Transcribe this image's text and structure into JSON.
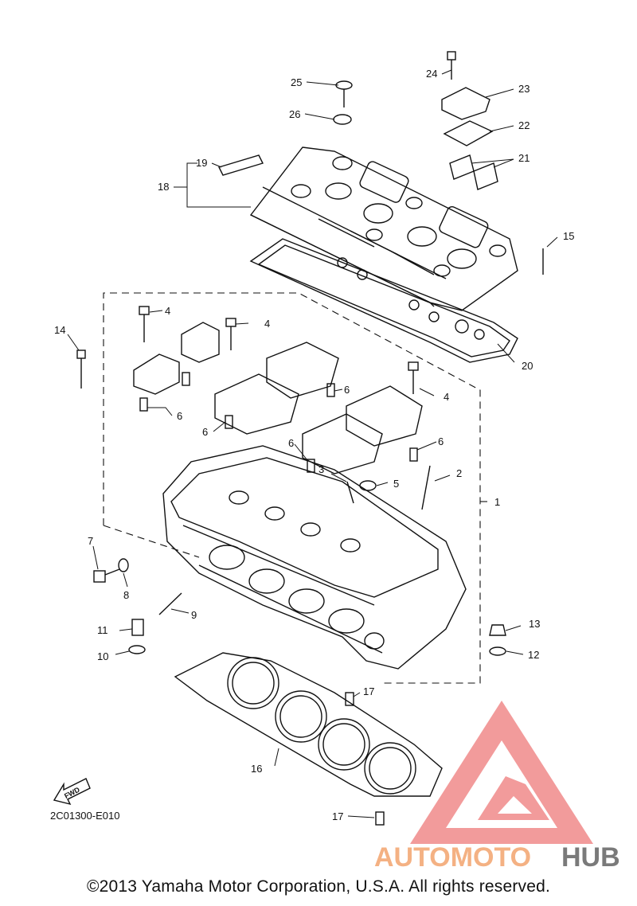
{
  "callouts": [
    "1",
    "2",
    "3",
    "4",
    "4",
    "4",
    "5",
    "6",
    "6",
    "6",
    "6",
    "6",
    "6",
    "7",
    "8",
    "9",
    "10",
    "11",
    "12",
    "13",
    "14",
    "15",
    "16",
    "17",
    "17",
    "18",
    "19",
    "20",
    "21",
    "22",
    "23",
    "24",
    "25",
    "26"
  ],
  "fwd_label": "FWD",
  "reference_code": "2C01300-E010",
  "copyright": "©2013 Yamaha Motor Corporation, U.S.A. All rights reserved.",
  "watermark": {
    "part1": "AUTOMOTO",
    "part2": "HUB",
    "color_orange": "#F4B183",
    "color_red": "#F08A8A",
    "color_gray": "#7a7a7a"
  },
  "colors": {
    "line": "#111111"
  }
}
